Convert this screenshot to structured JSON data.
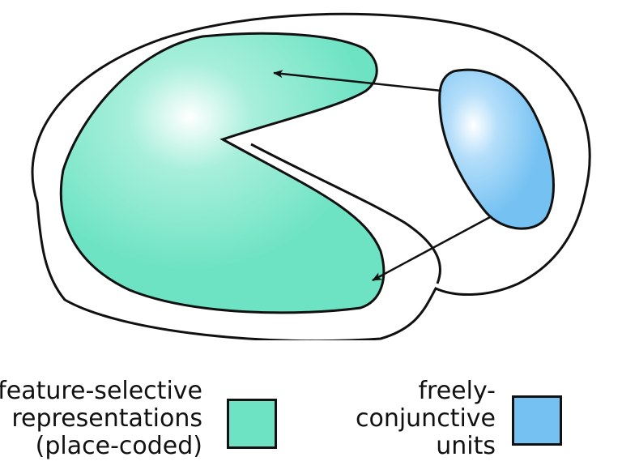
{
  "legend": {
    "feature": {
      "lines": [
        "feature-selective",
        "representations",
        "(place-coded)"
      ],
      "color": "#6de3c3"
    },
    "conjunctive": {
      "lines": [
        "freely-",
        "conjunctive",
        "units"
      ],
      "color": "#74c1f2"
    }
  },
  "colors": {
    "outline": "#111111",
    "background": "#ffffff"
  }
}
